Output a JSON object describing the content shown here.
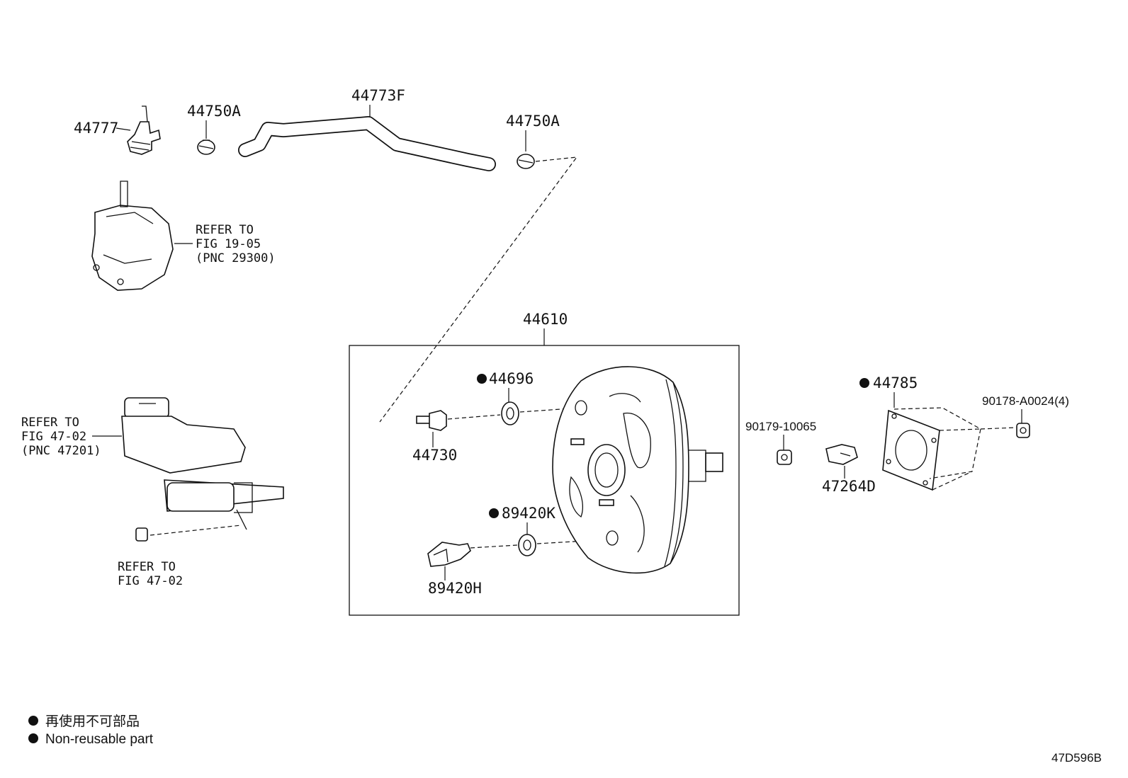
{
  "parts": {
    "p44777": "44777",
    "p44750a_left": "44750A",
    "p44773f": "44773F",
    "p44750a_right": "44750A",
    "p44610": "44610",
    "p44696": "44696",
    "p44730": "44730",
    "p89420k": "89420K",
    "p89420h": "89420H",
    "p90179": "90179-10065",
    "p47264d": "47264D",
    "p44785": "44785",
    "p90178": "90178-A0024(4)"
  },
  "refs": {
    "vacuum_pump": [
      "REFER TO",
      "FIG 19-05",
      "(PNC 29300)"
    ],
    "master_cyl": [
      "REFER TO",
      "FIG 47-02",
      "(PNC 47201)"
    ],
    "nut": [
      "REFER TO",
      "FIG 47-02"
    ]
  },
  "legend": {
    "line1": "再使用不可部品",
    "line2": "Non-reusable part"
  },
  "figure_code": "47D596B"
}
